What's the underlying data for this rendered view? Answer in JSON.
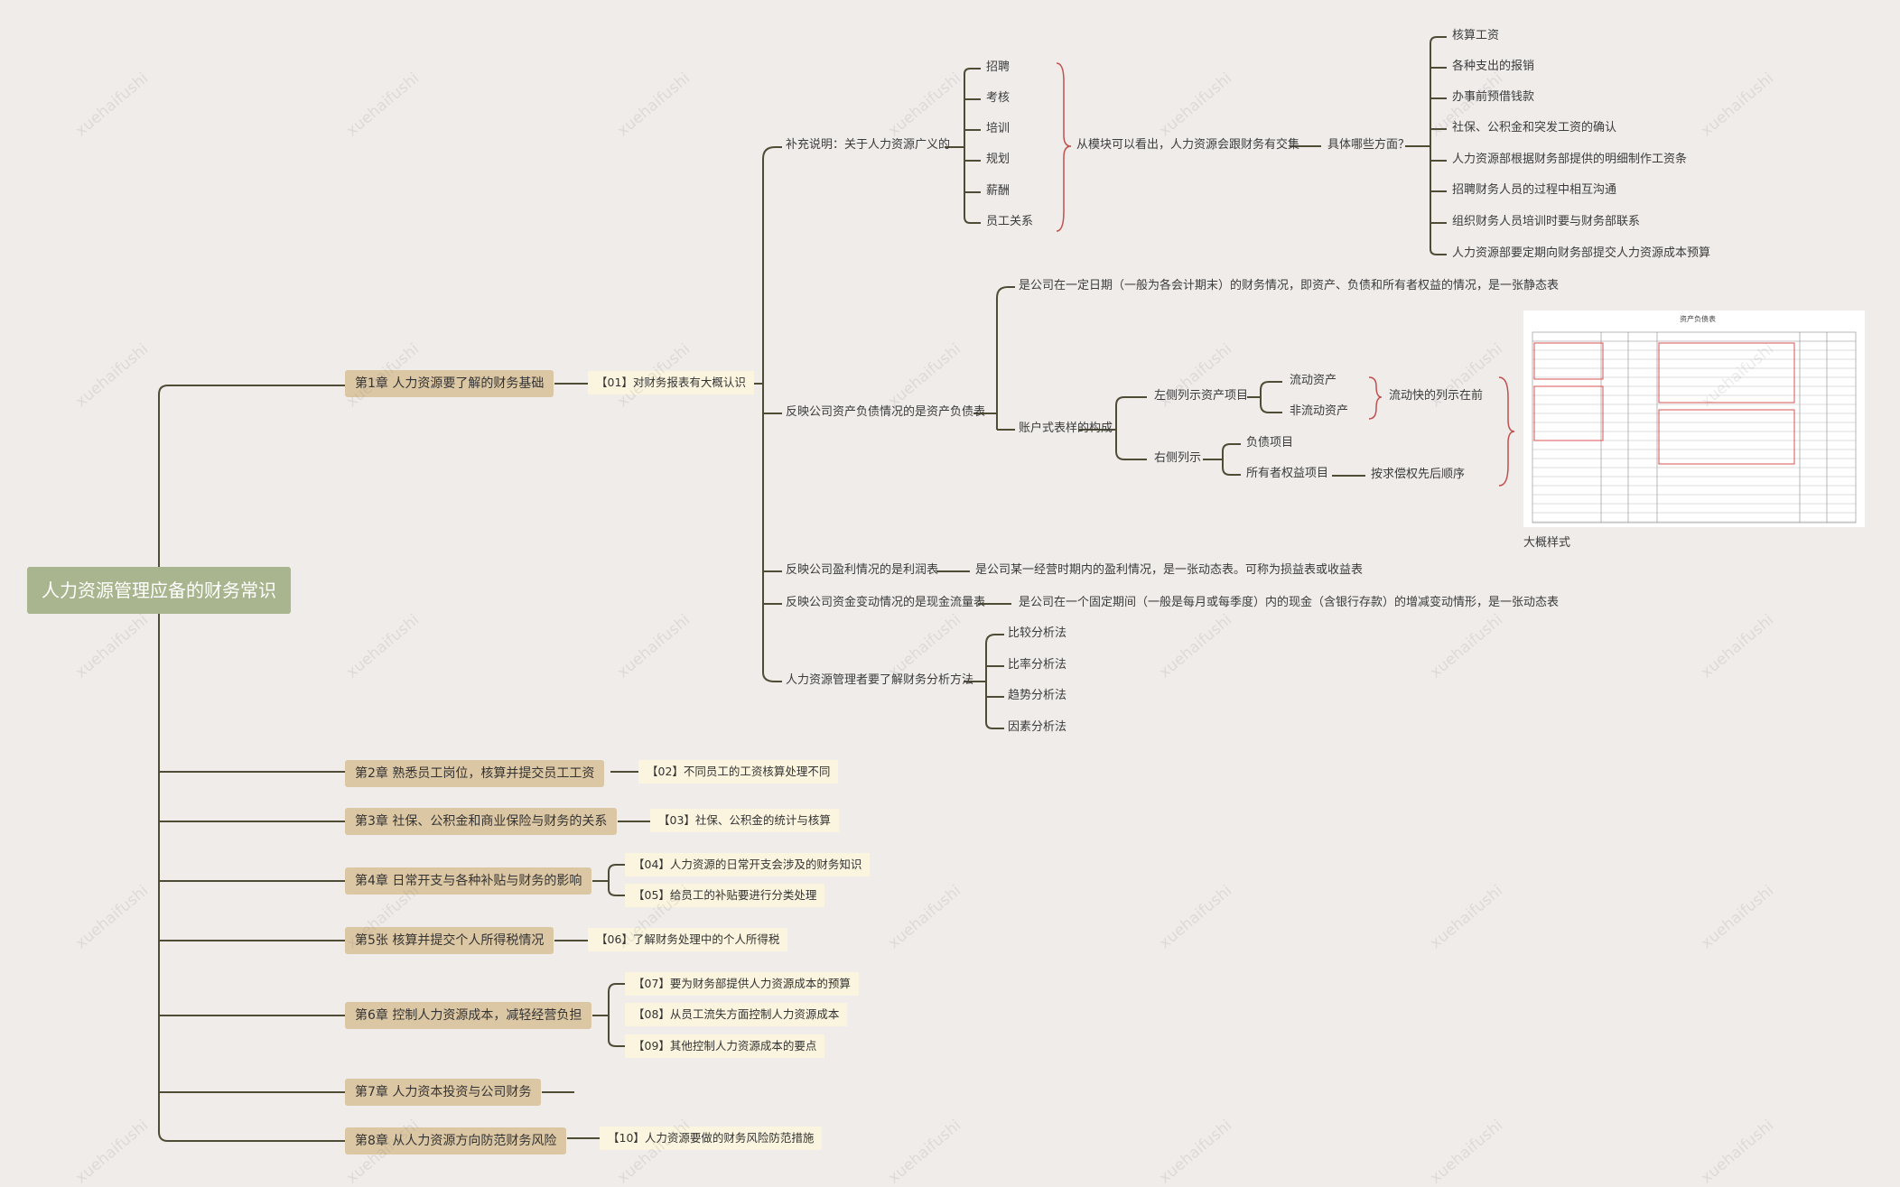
{
  "root": "人力资源管理应备的财务常识",
  "chapters": [
    "第1章 人力资源要了解的财务基础",
    "第2章 熟悉员工岗位，核算并提交员工工资",
    "第3章 社保、公积金和商业保险与财务的关系",
    "第4章 日常开支与各种补贴与财务的影响",
    "第5张 核算并提交个人所得税情况",
    "第6章 控制人力资源成本，减轻经营负担",
    "第7章 人力资本投资与公司财务",
    "第8章 从人力资源方向防范财务风险"
  ],
  "sections": [
    "【01】对财务报表有大概认识",
    "【02】不同员工的工资核算处理不同",
    "【03】社保、公积金的统计与核算",
    "【04】人力资源的日常开支会涉及的财务知识",
    "【05】给员工的补贴要进行分类处理",
    "【06】了解财务处理中的个人所得税",
    "【07】要为财务部提供人力资源成本的预算",
    "【08】从员工流失方面控制人力资源成本",
    "【09】其他控制人力资源成本的要点",
    "【10】人力资源要做的财务风险防范措施"
  ],
  "supplement": {
    "label": "补充说明：关于人力资源广义的",
    "modules": [
      "招聘",
      "考核",
      "培训",
      "规划",
      "薪酬",
      "员工关系"
    ],
    "summary": "从模块可以看出，人力资源会跟财务有交集",
    "question": "具体哪些方面？",
    "aspects": [
      "核算工资",
      "各种支出的报销",
      "办事前预借钱款",
      "社保、公积金和突发工资的确认",
      "人力资源部根据财务部提供的明细制作工资条",
      "招聘财务人员的过程中相互沟通",
      "组织财务人员培训时要与财务部联系",
      "人力资源部要定期向财务部提交人力资源成本预算"
    ]
  },
  "balance_sheet": {
    "label": "反映公司资产负债情况的是资产负债表",
    "definition": "是公司在一定日期（一般为各会计期末）的财务情况，即资产、负债和所有者权益的情况，是一张静态表",
    "structure": "账户式表样的构成",
    "left": "左侧列示资产项目",
    "current_asset": "流动资产",
    "noncurrent_asset": "非流动资产",
    "liquidity_note": "流动快的列示在前",
    "right": "右侧列示",
    "liabilities": "负债项目",
    "equity": "所有者权益项目",
    "order_note": "按求偿权先后顺序",
    "sample_caption": "大概样式",
    "sample_title": "资产负债表"
  },
  "income_statement": {
    "label": "反映公司盈利情况的是利润表",
    "definition": "是公司某一经营时期内的盈利情况，是一张动态表。可称为损益表或收益表"
  },
  "cash_flow": {
    "label": "反映公司资金变动情况的是现金流量表",
    "definition": "是公司在一个固定期间（一般是每月或每季度）内的现金（含银行存款）的增减变动情形，是一张动态表"
  },
  "analysis": {
    "label": "人力资源管理者要了解财务分析方法",
    "methods": [
      "比较分析法",
      "比率分析法",
      "趋势分析法",
      "因素分析法"
    ]
  },
  "watermark": "xuehaifushi",
  "colors": {
    "background": "#efecea",
    "root": "#a9b58e",
    "chapter": "#dcc7a4",
    "section": "#fbf5df",
    "line": "#4f4c36",
    "brace": "#c0504d"
  }
}
